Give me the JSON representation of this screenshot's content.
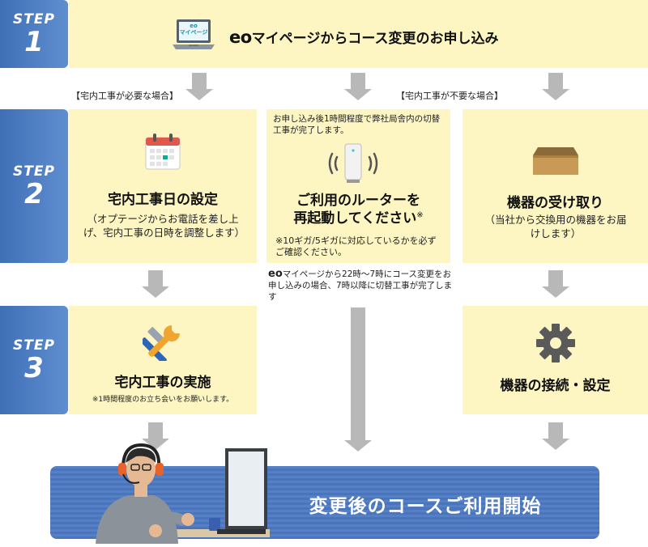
{
  "steps": [
    {
      "label": "STEP",
      "number": "1"
    },
    {
      "label": "STEP",
      "number": "2"
    },
    {
      "label": "STEP",
      "number": "3"
    }
  ],
  "step1": {
    "laptop_screen_text": "eo\nマイページ",
    "title_brand": "eo",
    "title_rest": "マイページからコース変更のお申し込み"
  },
  "branch_labels": {
    "left": "【宅内工事が必要な場合】",
    "right": "【宅内工事が不要な場合】"
  },
  "col1": {
    "step2_title": "宅内工事日の設定",
    "step2_sub": "（オプテージからお電話を差し上げ、宅内工事の日時を調整します）",
    "step3_title": "宅内工事の実施",
    "step3_note": "※1時間程度のお立ち会いをお願いします。"
  },
  "col2": {
    "top_note": "お申し込み後1時間程度で弊社局舎内の切替工事が完了します。",
    "title_line1": "ご利用のルーターを",
    "title_line2": "再起動してください",
    "title_mark": "※",
    "note": "※10ギガ/5ギガに対応しているかを必ずご確認ください。",
    "below_brand": "eo",
    "below_note": "マイページから22時〜7時にコース変更をお申し込みの場合、7時以降に切替工事が完了します"
  },
  "col3": {
    "step2_title": "機器の受け取り",
    "step2_sub": "（当社から交換用の機器をお届けします）",
    "step3_title": "機器の接続・設定"
  },
  "final": {
    "title": "変更後のコースご利用開始"
  },
  "colors": {
    "step_blue": "#4a7ac0",
    "box_yellow": "#fdf5c2",
    "arrow_gray": "#b8b8b8",
    "final_blue": "#4670b8"
  }
}
